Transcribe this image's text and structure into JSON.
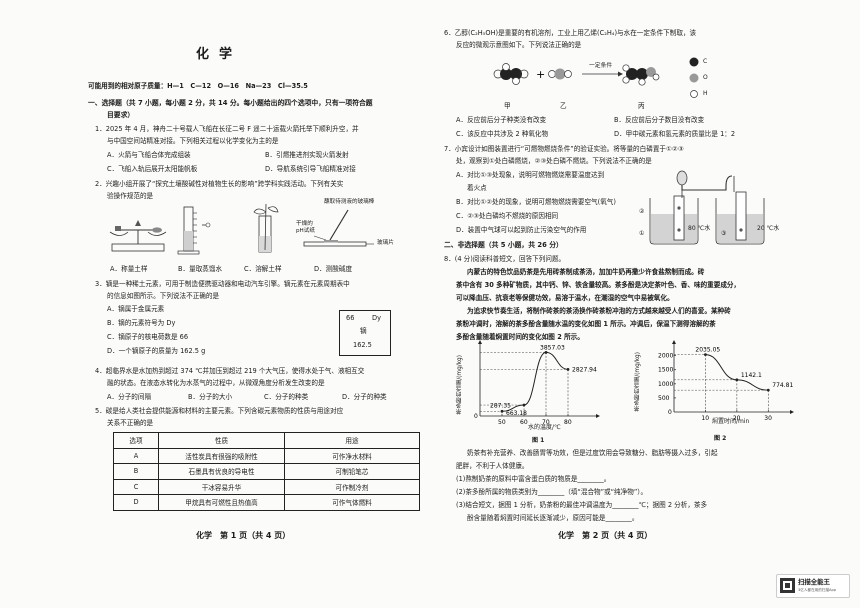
{
  "left": {
    "title": "化学",
    "masses": "可能用到的相对原子质量：H—1　C—12　O—16　Na—23　Cl—35.5",
    "sec1_line1": "一、选择题（共 7 小题，每小题 2 分，共 14 分。每小题给出的四个选项中，只有一项符合题",
    "sec1_line2": "目要求）",
    "q1": [
      "1．2025 年 4 月，神舟二十号载人飞船在长征二号 F 遥二十运载火箭托举下顺利升空，并",
      "与中国空间站精准对接。下列相关过程以化学变化为主的是"
    ],
    "q1_opts": [
      "A．火箭与飞船合体完成组装",
      "B．引燃推进剂实现火箭发射",
      "C．飞船入轨后展开太阳能帆板",
      "D．导航系统引导飞船精准对接"
    ],
    "q2": [
      "2．兴趣小组开展了“探究土壤酸碱性对植物生长的影响”跨学科实践活动。下列有关实",
      "验操作规范的是"
    ],
    "q2_labels": [
      "蘸取待测液的玻璃棒",
      "干燥的 pH试纸",
      "玻璃片"
    ],
    "q2_opts": [
      "A．称量土样",
      "B．量取蒸馏水",
      "C．溶解土样",
      "D．测酸碱度"
    ],
    "q3": [
      "3．镝是一种稀土元素，可用于制造便携驱动器和电动汽车引擎。镝元素在元素周期表中",
      "的信息如图所示。下列说法不正确的是"
    ],
    "q3_opts": [
      "A．镝属于金属元素",
      "B．镝的元素符号为 Dy",
      "C．镝原子的核电荷数是 66",
      "D．一个镝原子的质量为 162.5 g"
    ],
    "element": {
      "number": "66",
      "symbol": "Dy",
      "name": "镝",
      "mass": "162.5"
    },
    "q4": [
      "4．超临界水是水加热到超过 374 ℃并加压到超过 219 个大气压，使得水处于气、液相互交",
      "融的状态。在液态水转化为水蒸气的过程中，从微观角度分析发生改变的是"
    ],
    "q4_opts": [
      "A．分子的间隔",
      "B．分子的大小",
      "C．分子的种类",
      "D．分子的种类"
    ],
    "q5": [
      "5．碳是给人类社会提供能源和材料的主要元素。下列含碳元素物质的性质与用途对应",
      "关系不正确的是"
    ],
    "table": {
      "headers": [
        "选项",
        "性质",
        "用途"
      ],
      "rows": [
        [
          "A",
          "活性炭具有很强的吸附性",
          "可作净水材料"
        ],
        [
          "B",
          "石墨具有优良的导电性",
          "可制铅笔芯"
        ],
        [
          "C",
          "干冰容易升华",
          "可作制冷剂"
        ],
        [
          "D",
          "甲烷具有可燃性且热值高",
          "可作气体燃料"
        ]
      ]
    },
    "footer": "化学　第 1 页（共 4 页）"
  },
  "right": {
    "q6": [
      "6．乙醇(C₂H₅OH)是重要的有机溶剂，工业上用乙烯(C₂H₄)与水在一定条件下制取，该",
      "反应的微观示意图如下。下列说法正确的是"
    ],
    "q6_condition": "一定条件",
    "q6_names": [
      "甲",
      "乙",
      "丙"
    ],
    "legend": [
      "C",
      "O",
      "H"
    ],
    "q6_opts": [
      "A．反应前后分子种类没有改变",
      "B．反应前后分子数目没有改变",
      "C．该反应中共涉及 2 种氧化物",
      "D．甲中碳元素和氢元素的质量比是 1：2"
    ],
    "q7": [
      "7．小宾设计如图装置进行“可燃物燃烧条件”的验证实验。将等量的白磷置于①②③",
      "处，观察到①处白磷燃烧，②③处白磷不燃烧。下列说法不正确的是"
    ],
    "q7_opts": [
      "A．对比①③处现象，说明可燃物燃烧需要温度达到",
      "着火点",
      "B．对比①②处的现象，说明可燃物燃烧需要空气(氧气)",
      "C．②③处白磷均不燃烧的原因相同",
      "D．装置中气球可以起到防止污染空气的作用"
    ],
    "q7_labels": [
      "80 ℃水",
      "20 ℃水",
      "①",
      "②",
      "③"
    ],
    "sec2": "二、非选择题（共 5 小题，共 26 分）",
    "q8": "8．(4 分)阅读科普短文，回答下列问题。",
    "passage": [
      "内蒙古的特色饮品奶茶是先用砖茶制成茶汤，加加牛奶再撒少许食盐熬制而成。砖",
      "茶中含有 30 多种矿物质，其中钙、锌、铁含量较高。茶多酚是决定茶叶色、香、味的重要成分，",
      "可以降血压、抗衰老等保健功效，易溶于温水，在潮湿的空气中易被氧化。",
      "为追求快节奏生活，将制作砖茶的茶汤换作砖茶粉冲泡的方式越来越受人们的喜爱。某种砖",
      "茶粉冲调时，溶解的茶多酚含量随水温的变化如图 1 所示。冲调后，保温下测得溶解的茶",
      "多酚含量随着焖置时间的变化如图 2 所示。"
    ],
    "after": [
      "奶茶有补充营养、改善肠胃等功效，但是过度饮用会导致糖分、脂肪等摄入过多，引起",
      "肥胖，不利于人体健康。",
      "(1)熬制奶茶的原料中富含蛋白质的物质是________。",
      "(2)茶多酚所属的物质类别为________（填“混合物”或“纯净物”）。",
      "(3)结合短文，据图 1 分析，奶茶粉的最佳冲调温度为________℃；据图 2 分析，茶多",
      "酚含量随着焖置时间延长逐渐减少，原因可能是________。"
    ],
    "footer": "化学　第 2 页（共 4 页）",
    "badge": {
      "title": "扫描全能王",
      "subtitle": "3亿人都在用的扫描App"
    }
  },
  "chart_data": [
    {
      "type": "line",
      "title": "图 1",
      "xlabel": "水的温度/℃",
      "ylabel": "茶多酚的含量/(mg/kg)",
      "x": [
        50,
        60,
        70,
        80
      ],
      "values": [
        287.35,
        663.18,
        3857.03,
        2827.94
      ],
      "point_labels": [
        "287.35",
        "663.18",
        "3857.03",
        "2827.94"
      ],
      "x_ticks": [
        "50",
        "60",
        "70",
        "80"
      ],
      "y_zero": "0",
      "origin": "0"
    },
    {
      "type": "line",
      "title": "图 2",
      "xlabel": "焖置时间/min",
      "ylabel": "茶多酚的含量/(mg/kg)",
      "x": [
        10,
        20,
        30
      ],
      "values": [
        2035.05,
        1142.1,
        774.81
      ],
      "point_labels": [
        "2035.05",
        "1142.1",
        "774.81"
      ],
      "x_ticks": [
        "10",
        "20",
        "30"
      ],
      "y_ticks": [
        "500",
        "1000",
        "1500",
        "2000"
      ],
      "y_zero": "0"
    }
  ]
}
